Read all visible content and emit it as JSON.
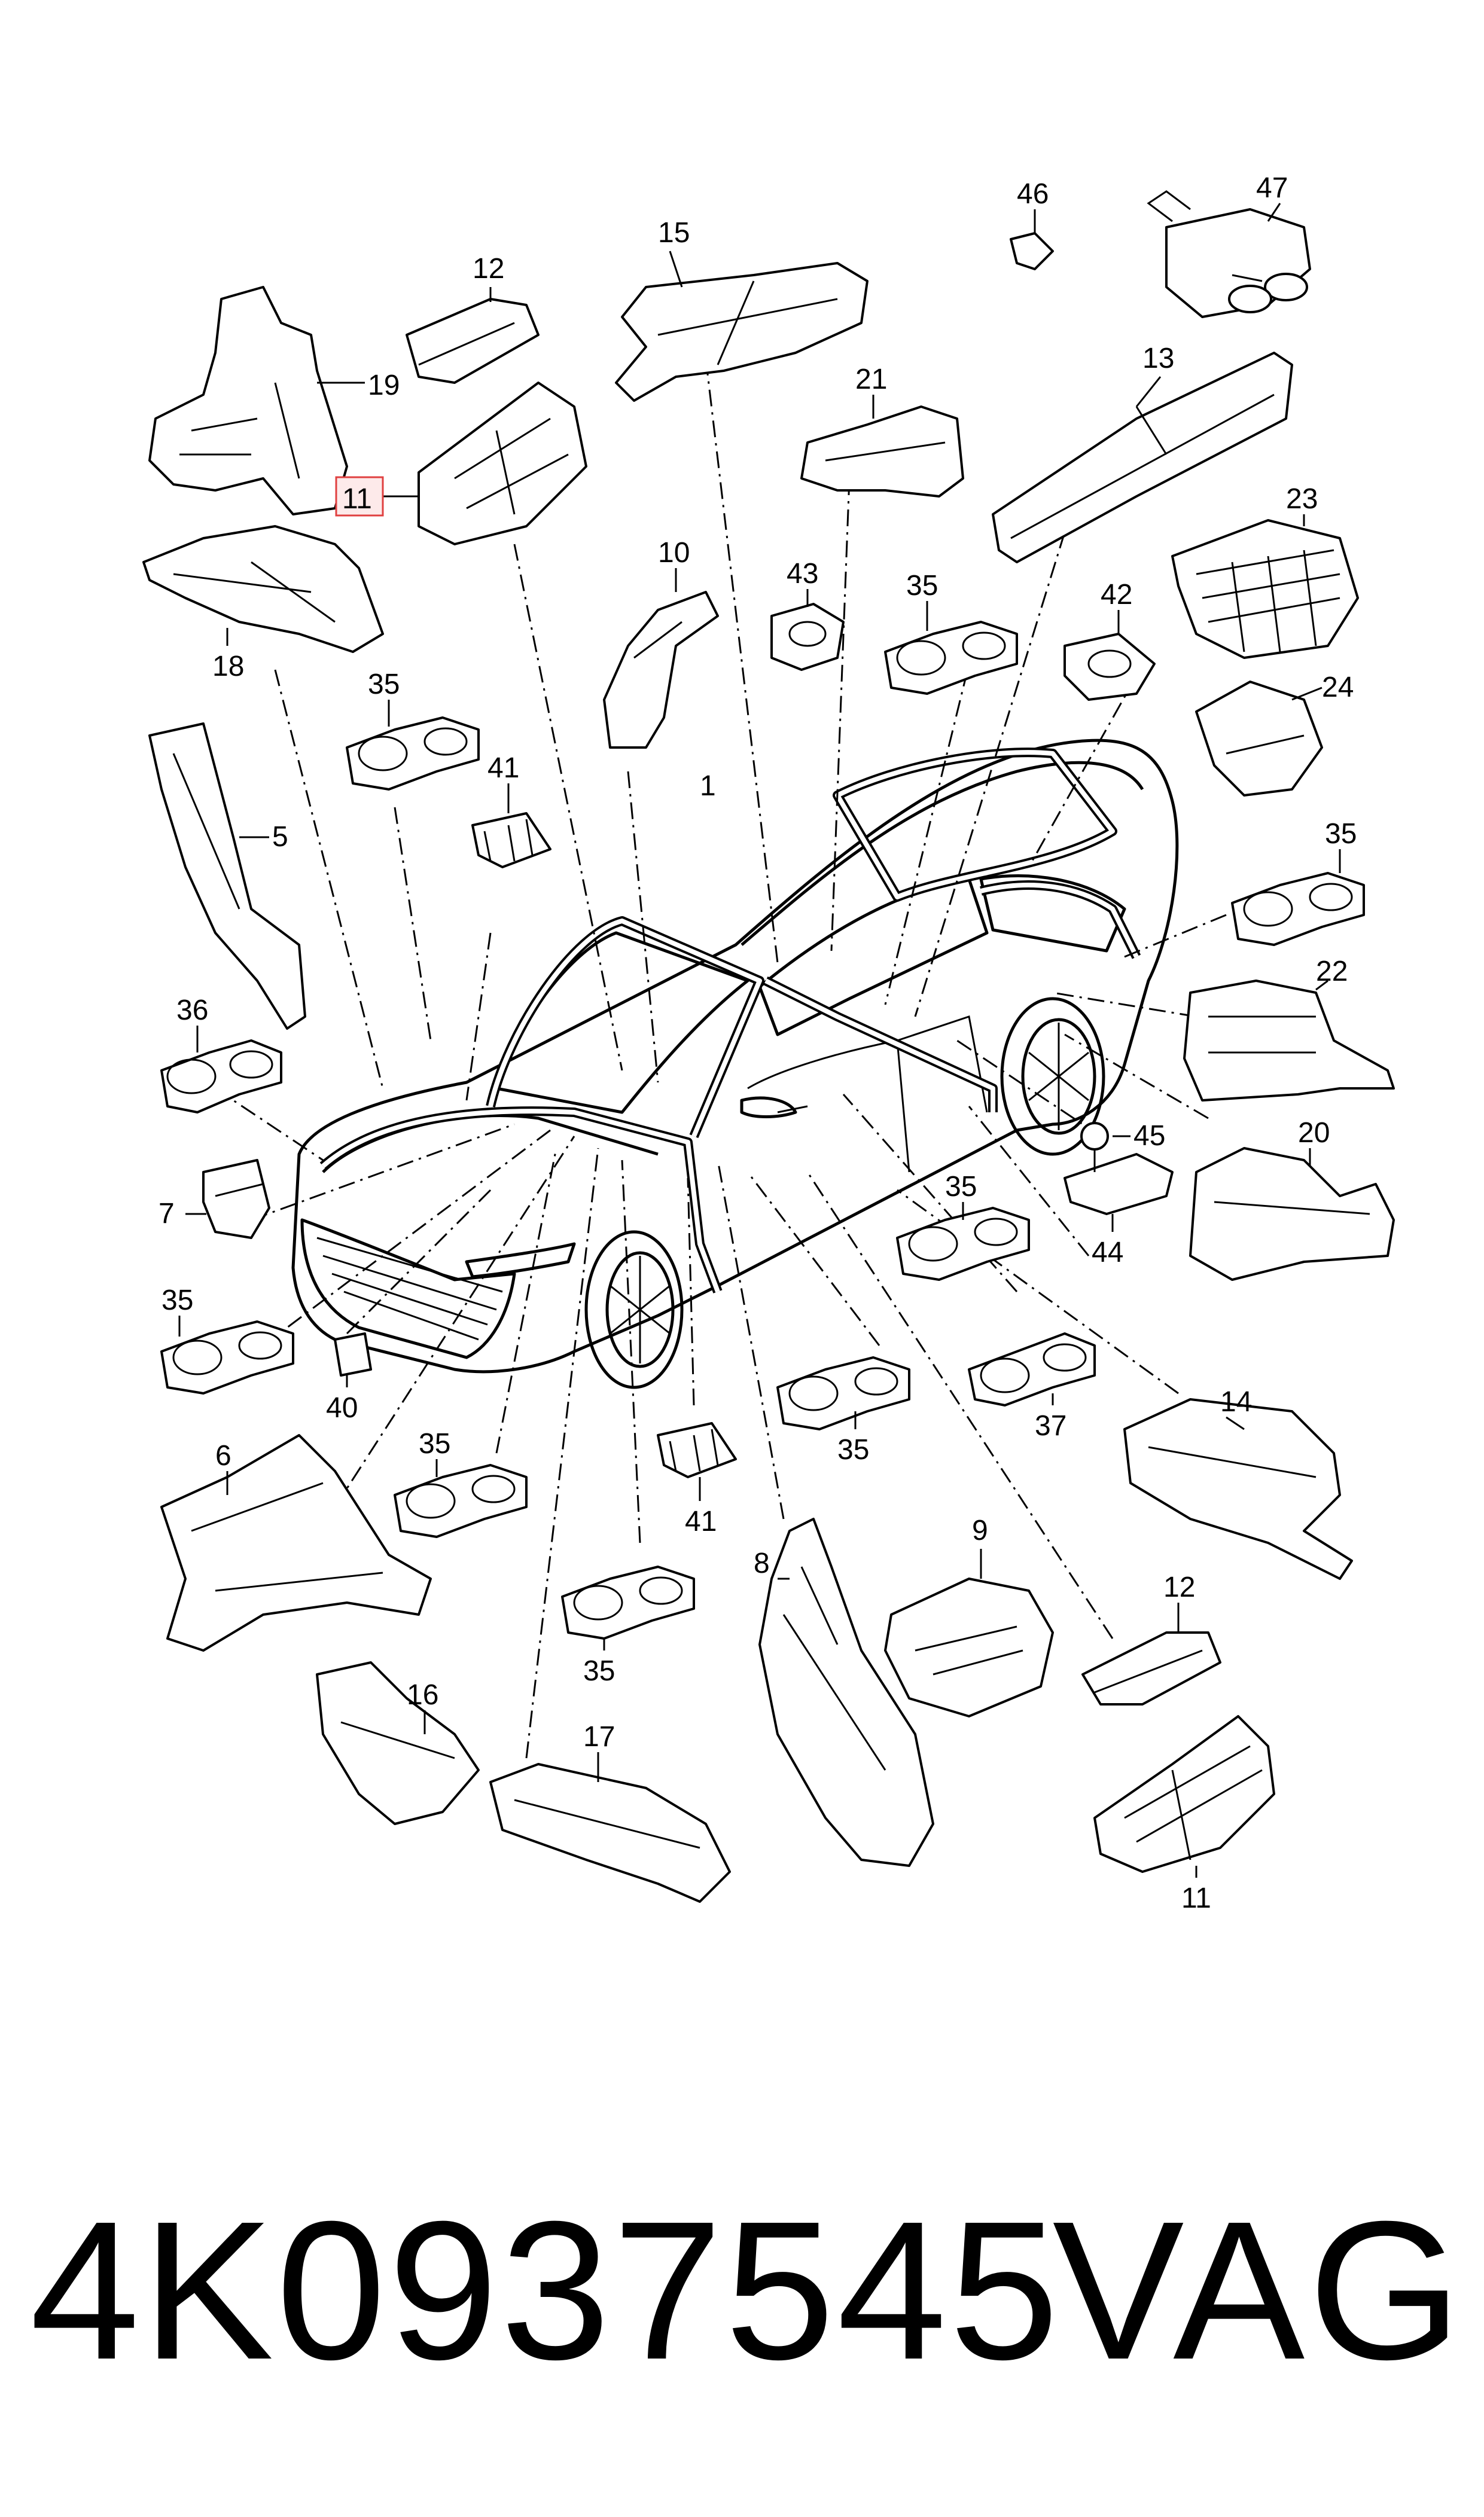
{
  "footer": {
    "part_number": "4K0937545",
    "brand": "VAG"
  },
  "highlight_color": "#e04040",
  "highlighted_callout": "11",
  "callouts": {
    "c1": "1",
    "c5": "5",
    "c6": "6",
    "c7": "7",
    "c8": "8",
    "c9": "9",
    "c10": "10",
    "c11_top": "11",
    "c11_bottom": "11",
    "c12_top": "12",
    "c12_bottom": "12",
    "c13": "13",
    "c14": "14",
    "c15": "15",
    "c16": "16",
    "c17": "17",
    "c18": "18",
    "c19": "19",
    "c20": "20",
    "c21": "21",
    "c22": "22",
    "c23": "23",
    "c24": "24",
    "c35_a": "35",
    "c35_b": "35",
    "c35_c": "35",
    "c35_d": "35",
    "c35_e": "35",
    "c35_f": "35",
    "c35_g": "35",
    "c35_h": "35",
    "c36": "36",
    "c37": "37",
    "c40": "40",
    "c41_top": "41",
    "c41_bottom": "41",
    "c42": "42",
    "c43": "43",
    "c44": "44",
    "c45": "45",
    "c46": "46",
    "c47": "47"
  }
}
